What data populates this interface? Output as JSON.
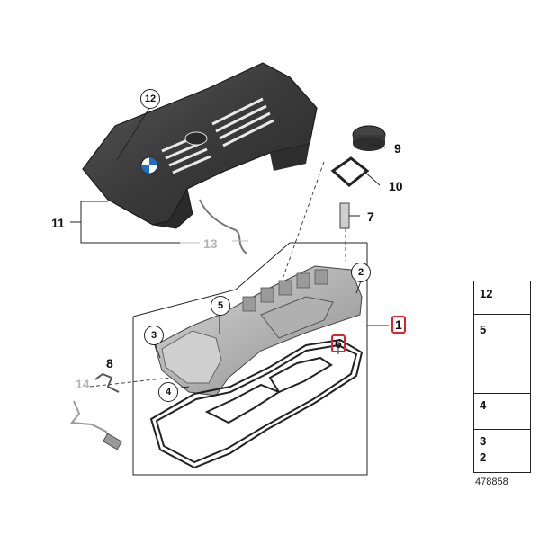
{
  "labels": {
    "l12": "12",
    "l9": "9",
    "l10": "10",
    "l11": "11",
    "l7": "7",
    "l13": "13",
    "l2": "2",
    "l1": "1",
    "l5": "5",
    "l3": "3",
    "l6": "6",
    "l8": "8",
    "l14": "14",
    "l4": "4"
  },
  "legend": {
    "items": [
      "12",
      "5",
      "4",
      "3",
      "2"
    ]
  },
  "part_number": "478858",
  "colors": {
    "highlight_box": "#d9262c",
    "grey_label": "#b5b5b5"
  }
}
